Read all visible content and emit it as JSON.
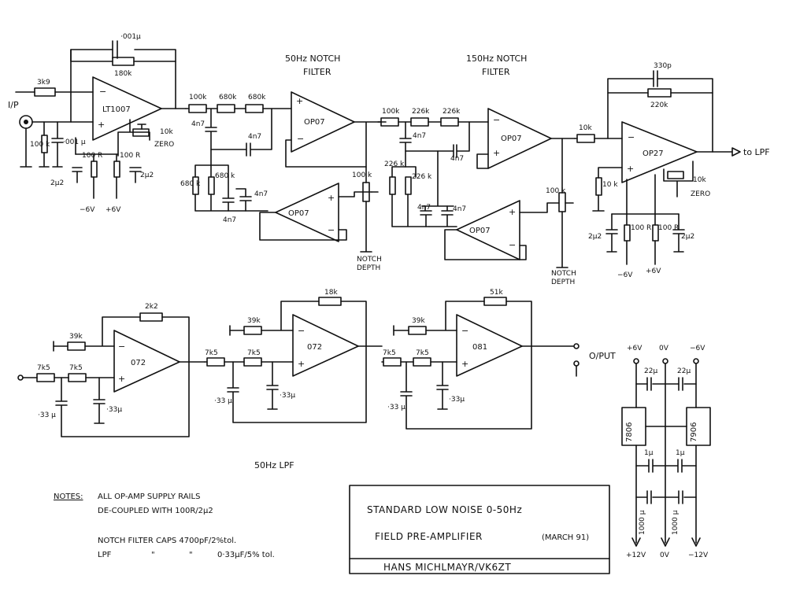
{
  "headings": {
    "notch50": [
      "50Hz NOTCH",
      "FILTER"
    ],
    "notch150": [
      "150Hz NOTCH",
      "FILTER"
    ],
    "lpf50": "50Hz LPF"
  },
  "io": {
    "input": "I/P",
    "to_lpf": "to LPF",
    "output": "O/PUT"
  },
  "opamps": {
    "a1": "LT1007",
    "a2": "OP07",
    "a3": "OP07",
    "a4": "OP07",
    "a5": "OP07",
    "a6": "OP27",
    "l1": "072",
    "l2": "072",
    "l3": "081"
  },
  "labels": {
    "in_r": "3k9",
    "fb_c1": "·001µ",
    "fb_r1": "180k",
    "zero1": "ZERO",
    "pot1": "10k",
    "r_in100k": "100 k",
    "c_in001": "·001 µ",
    "r100a": "100 R",
    "r100b": "100 R",
    "c2u2a": "2µ2",
    "c2u2b": "2µ2",
    "neg6a": "−6V",
    "pos6a": "+6V",
    "n1_r1": "100k",
    "n1_r2": "680k",
    "n1_r3": "680k",
    "n1_c1": "4n7",
    "n1_c2": "4n7",
    "n1_c3": "4n7",
    "n1_c4": "4n7",
    "n1_r4": "680 k",
    "n1_r5": "680 k",
    "n1_pot": "100 k",
    "notch_depth_a": [
      "NOTCH",
      "DEPTH"
    ],
    "n2_r1": "100k",
    "n2_r2": "226k",
    "n2_r3": "226k",
    "n2_c1": "4n7",
    "n2_c2": "4n7",
    "n2_c3": "4n7",
    "n2_c4": "4n7",
    "n2_r4": "226 k",
    "n2_r5": "226 k",
    "n2_pot": "100 k",
    "notch_depth_b": [
      "NOTCH",
      "DEPTH"
    ],
    "g_r1": "10k",
    "g_c": "330p",
    "g_r2": "220k",
    "g_r3": "10 k",
    "zero2": "ZERO",
    "pot2": "10k",
    "c2u2c": "2µ2",
    "c2u2d": "2µ2",
    "r100c": "100 R",
    "r100d": "100 R",
    "neg6b": "−6V",
    "pos6b": "+6V",
    "l1_fb": "2k2",
    "l1_rg": "39k",
    "l1_r1": "7k5",
    "l1_r2": "7k5",
    "l1_c1": "·33 µ",
    "l1_c2": "·33µ",
    "l2_fb": "18k",
    "l2_rg": "39k",
    "l2_r1": "7k5",
    "l2_r2": "7k5",
    "l2_c1": "·33 µ",
    "l2_c2": "·33µ",
    "l3_fb": "51k",
    "l3_rg": "39k",
    "l3_r1": "7k5",
    "l3_r2": "7k5",
    "l3_c1": "·33 µ",
    "l3_c2": "·33µ"
  },
  "psu": {
    "top_pos": "+6V",
    "top_gnd": "0V",
    "top_neg": "−6V",
    "c22a": "22µ",
    "c22b": "22µ",
    "reg_pos": "7806",
    "reg_neg": "7906",
    "c1a": "1µ",
    "c1b": "1µ",
    "c1000a": "1000 µ",
    "c1000b": "1000 µ",
    "bot_pos": "+12V",
    "bot_gnd": "0V",
    "bot_neg": "−12V"
  },
  "notes": {
    "heading": "NOTES:",
    "line1": "ALL OP-AMP SUPPLY RAILS",
    "line2": "DE-COUPLED WITH 100R/2µ2",
    "line3": "NOTCH FILTER CAPS 4700pF/2%tol.",
    "line4a": "LPF",
    "line4b": "\"",
    "line4c": "\"",
    "line4d": "0·33µF/5% tol."
  },
  "titleblock": {
    "line1": "STANDARD LOW NOISE 0-50Hz",
    "line2": "FIELD   PRE-AMPLIFIER",
    "date": "(MARCH 91)",
    "author": "HANS MICHLMAYR/VK6ZT"
  }
}
